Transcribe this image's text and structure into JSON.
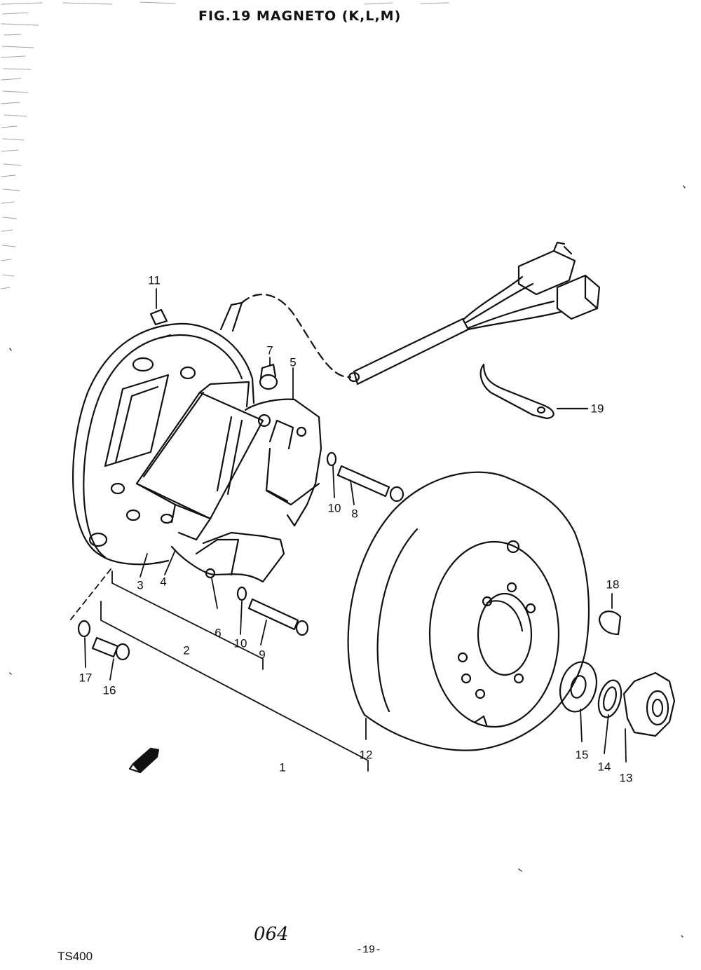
{
  "header": {
    "figure_title": "FIG.19 MAGNETO (K,L,M)"
  },
  "footer": {
    "code": "064",
    "page_number": "-19-",
    "model": "TS400"
  },
  "callouts": [
    {
      "id": "1",
      "text": "1"
    },
    {
      "id": "2",
      "text": "2"
    },
    {
      "id": "3",
      "text": "3"
    },
    {
      "id": "4",
      "text": "4"
    },
    {
      "id": "5",
      "text": "5"
    },
    {
      "id": "6",
      "text": "6"
    },
    {
      "id": "7",
      "text": "7"
    },
    {
      "id": "8",
      "text": "8"
    },
    {
      "id": "9",
      "text": "9"
    },
    {
      "id": "10a",
      "text": "10"
    },
    {
      "id": "10b",
      "text": "10"
    },
    {
      "id": "11",
      "text": "11"
    },
    {
      "id": "12",
      "text": "12"
    },
    {
      "id": "13",
      "text": "13"
    },
    {
      "id": "14",
      "text": "14"
    },
    {
      "id": "15",
      "text": "15"
    },
    {
      "id": "16",
      "text": "16"
    },
    {
      "id": "17",
      "text": "17"
    },
    {
      "id": "18",
      "text": "18"
    },
    {
      "id": "19",
      "text": "19"
    }
  ],
  "colors": {
    "ink": "#111111",
    "paper": "#ffffff"
  }
}
